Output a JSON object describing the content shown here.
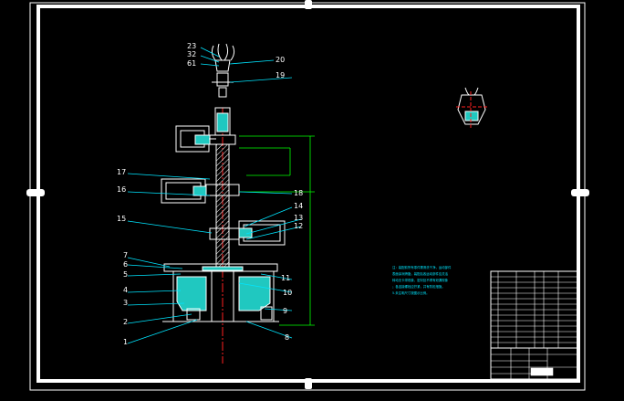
{
  "colors": {
    "background": "#000000",
    "frame": "#ffffff",
    "part_fill": "#20c8c0",
    "leader": "#00e5ff",
    "dimension": "#00ff00",
    "centerline": "#ff2020",
    "label": "#ffffff"
  },
  "part_labels": {
    "p23": "23",
    "p32": "32",
    "p61": "61",
    "p20": "20",
    "p19": "19",
    "p17": "17",
    "p16": "16",
    "p18": "18",
    "p15": "15",
    "p14": "14",
    "p13": "13",
    "p12": "12",
    "p7": "7",
    "p6": "6",
    "p5": "5",
    "p4": "4",
    "p3": "3",
    "p2": "2",
    "p1": "1",
    "p11": "11",
    "p10": "10",
    "p9": "9",
    "p8": "8"
  },
  "technical_notes": [
    "注：装配前所有零件需清洗干净，运动部件",
    "表面涂润滑脂，装配后各运动部件应灵活",
    "转动无卡滞现象，密封处不得有泄漏现象",
    "；各连接螺栓应拧紧，并有防松措施。",
    "5.未注明尺寸按图示比例。"
  ]
}
